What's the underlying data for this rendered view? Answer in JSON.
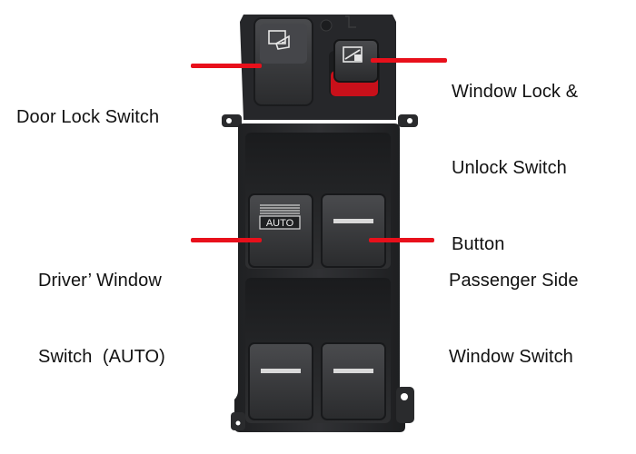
{
  "labels": {
    "door_lock": [
      "Door Lock Switch"
    ],
    "window_lock": [
      "Window Lock &",
      "Unlock Switch",
      "Button"
    ],
    "driver_window": [
      "Driver’ Window",
      "Switch  (AUTO)"
    ],
    "passenger_window": [
      "Passenger Side",
      "Window Switch"
    ]
  },
  "switch_markings": {
    "auto": "AUTO"
  },
  "icons": {
    "door_lock_button": "door-ajar-icon",
    "window_lock_button": "window-lock-icon"
  },
  "colors": {
    "callout": "#e8101b",
    "panel_body": "#2b2c2e",
    "button_face": "#3a3b3e",
    "lock_ring": "#c8101a",
    "marker": "#d9d9d9"
  }
}
